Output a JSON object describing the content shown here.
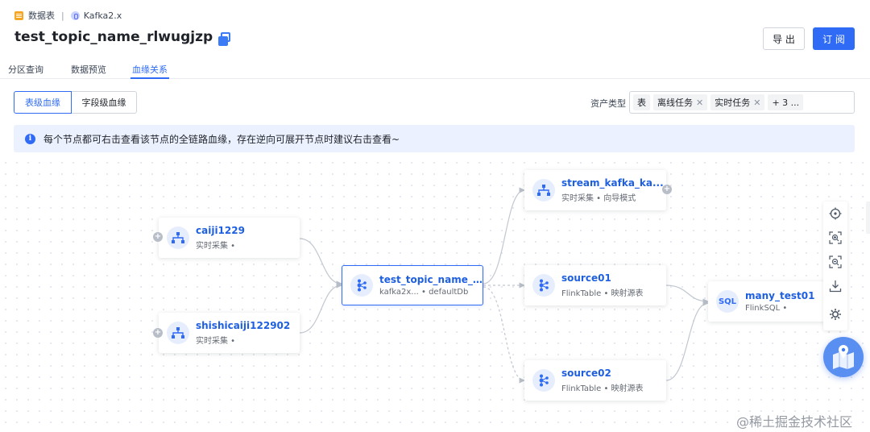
{
  "breadcrumb": {
    "item1": "数据表",
    "separator": "|",
    "item2": "Kafka2.x"
  },
  "title": "test_topic_name_rlwugjzp",
  "actions": {
    "export": "导 出",
    "subscribe": "订 阅"
  },
  "tabs": [
    {
      "label": "分区查询",
      "active": false
    },
    {
      "label": "数据预览",
      "active": false
    },
    {
      "label": "血缘关系",
      "active": true
    }
  ],
  "lineage_mode": {
    "table": "表级血缘",
    "field": "字段级血缘",
    "selected": "表级血缘"
  },
  "asset_filter": {
    "label": "资产类型",
    "tags": [
      {
        "text": "表",
        "removable": false
      },
      {
        "text": "离线任务",
        "removable": true
      },
      {
        "text": "实时任务",
        "removable": true
      },
      {
        "text": "+ 3 ...",
        "removable": false
      }
    ]
  },
  "notice": "每个节点都可右击查看该节点的全链路血缘，存在逆向可展开节点时建议右击查看~",
  "nodes": {
    "caiji1229": {
      "name": "caiji1229",
      "sub": "实时采集 •"
    },
    "shishicaiji": {
      "name": "shishicaiji122902",
      "sub": "实时采集 •"
    },
    "center": {
      "name": "test_topic_name_rlwugjzp",
      "sub": "kafka2x... • defaultDb"
    },
    "stream": {
      "name": "stream_kafka_ka...",
      "sub": "实时采集 • 向导模式"
    },
    "source01": {
      "name": "source01",
      "sub": "FlinkTable • 映射源表"
    },
    "source02": {
      "name": "source02",
      "sub": "FlinkTable • 映射源表"
    },
    "many": {
      "name": "many_test01",
      "sub": "FlinkSQL •",
      "icon_text": "SQL"
    }
  },
  "colors": {
    "primary": "#2f6bf5",
    "node_name": "#1e5fe0",
    "notice_bg": "#ebf1fe"
  },
  "icons": [
    "database-icon",
    "kafka-icon",
    "copy-icon",
    "info-icon",
    "collector-icon",
    "kafka-topic-icon",
    "sql-icon",
    "locate-icon",
    "zoom-in-icon",
    "zoom-out-icon",
    "download-icon",
    "settings-icon",
    "map-icon"
  ],
  "watermark": "@稀土掘金技术社区"
}
